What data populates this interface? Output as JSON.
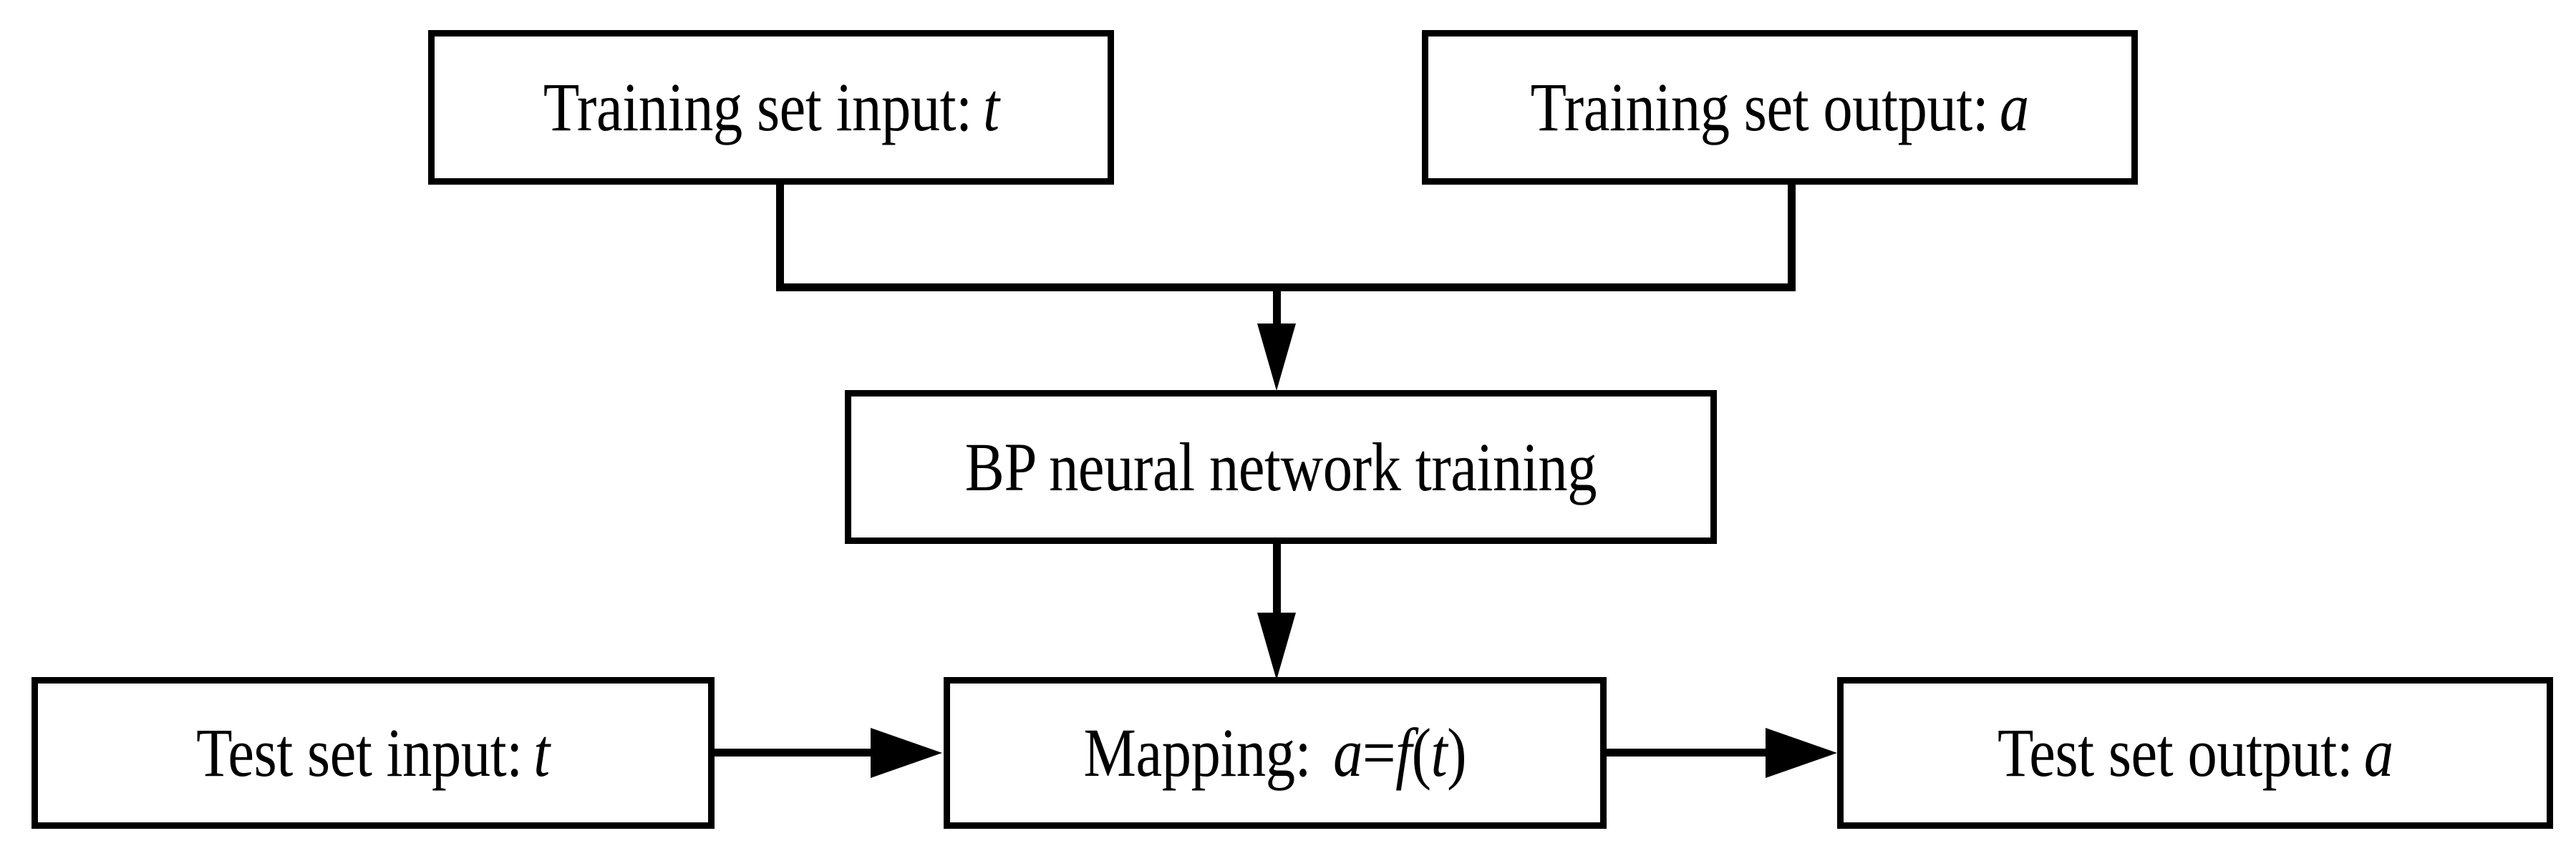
{
  "diagram": {
    "title": "BP neural network training and mapping flow",
    "background_color": "#ffffff",
    "stroke_color": "#000000",
    "nodes": [
      {
        "id": "training-set-input",
        "text": "Training set input: t",
        "prefix": "Training set input:",
        "variable": "t"
      },
      {
        "id": "training-set-output",
        "text": "Training set output: a",
        "prefix": "Training set output:",
        "variable": "a"
      },
      {
        "id": "bp-neural-network-training",
        "text": "BP neural network training",
        "prefix": "BP neural network training",
        "variable": ""
      },
      {
        "id": "test-set-input",
        "text": "Test set input: t",
        "prefix": "Test set input:",
        "variable": "t"
      },
      {
        "id": "mapping",
        "text": "Mapping:  a=f(t)",
        "prefix": "Mapping:",
        "formula_lhs": "a",
        "formula_eq": "=",
        "formula_fn": "f",
        "formula_open": "(",
        "formula_arg": "t",
        "formula_close": ")"
      },
      {
        "id": "test-set-output",
        "text": "Test set output: a",
        "prefix": "Test set output:",
        "variable": "a"
      }
    ],
    "edges": [
      {
        "id": "edge-training-input-to-bp",
        "from": "training-set-input",
        "to": "bp-neural-network-training",
        "style": "elbow-merge-arrow"
      },
      {
        "id": "edge-training-output-to-bp",
        "from": "training-set-output",
        "to": "bp-neural-network-training",
        "style": "elbow-merge-arrow"
      },
      {
        "id": "edge-bp-to-mapping",
        "from": "bp-neural-network-training",
        "to": "mapping",
        "style": "straight-down-arrow"
      },
      {
        "id": "edge-test-input-to-mapping",
        "from": "test-set-input",
        "to": "mapping",
        "style": "straight-right-arrow"
      },
      {
        "id": "edge-mapping-to-test-output",
        "from": "mapping",
        "to": "test-set-output",
        "style": "straight-right-arrow"
      }
    ]
  }
}
